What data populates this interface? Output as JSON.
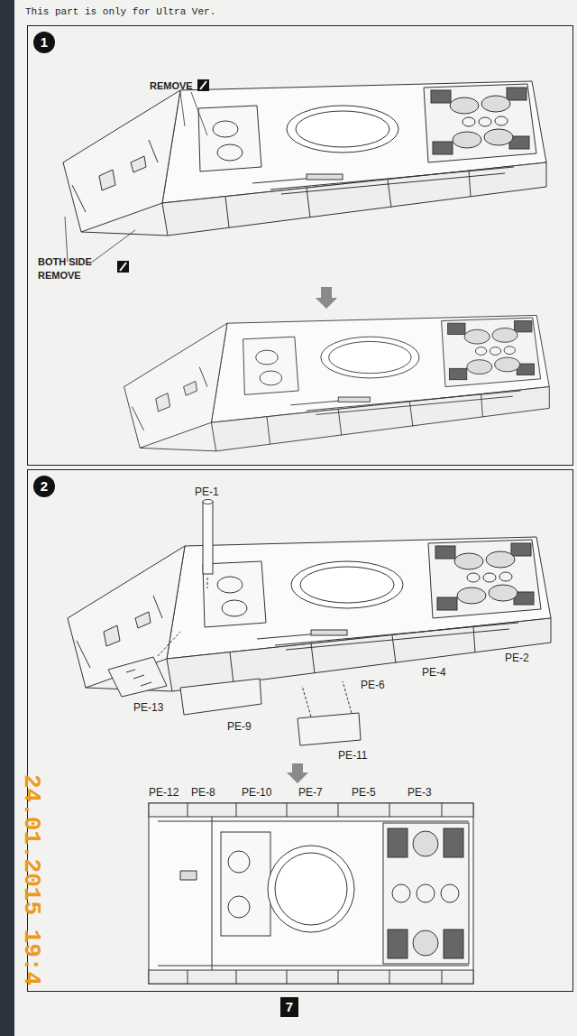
{
  "diagram": {
    "nodes": [
      {
        "text": [
          "1"
        ]
      },
      {
        "text": [
          "2"
        ]
      },
      {
        "text": [
          "7"
        ]
      }
    ],
    "labels": [
      "This part is only for Ultra Ver.",
      "REMOVE",
      "BOTH SIDE REMOVE",
      "PE-1",
      "PE-2",
      "PE-4",
      "PE-6",
      "PE-9",
      "PE-13",
      "PE-11",
      "PE-12",
      "PE-8",
      "PE-10",
      "PE-7",
      "PE-5",
      "PE-3",
      "24.01.2015 19:4"
    ]
  }
}
